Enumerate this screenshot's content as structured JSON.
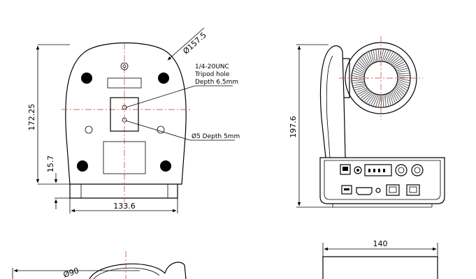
{
  "dimensions": {
    "front_height": "172.25",
    "top_dia": "Ø157.5",
    "tripod_line1": "1/4-20UNC",
    "tripod_line2": "Tripod hole",
    "tripod_line3": "Depth 6.5mm",
    "hole_note": "Ø5 Depth 5mm",
    "base_height": "15.7",
    "front_width": "133.6",
    "side_height": "197.6",
    "bottom_dia": "Ø90",
    "top_width": "140"
  }
}
